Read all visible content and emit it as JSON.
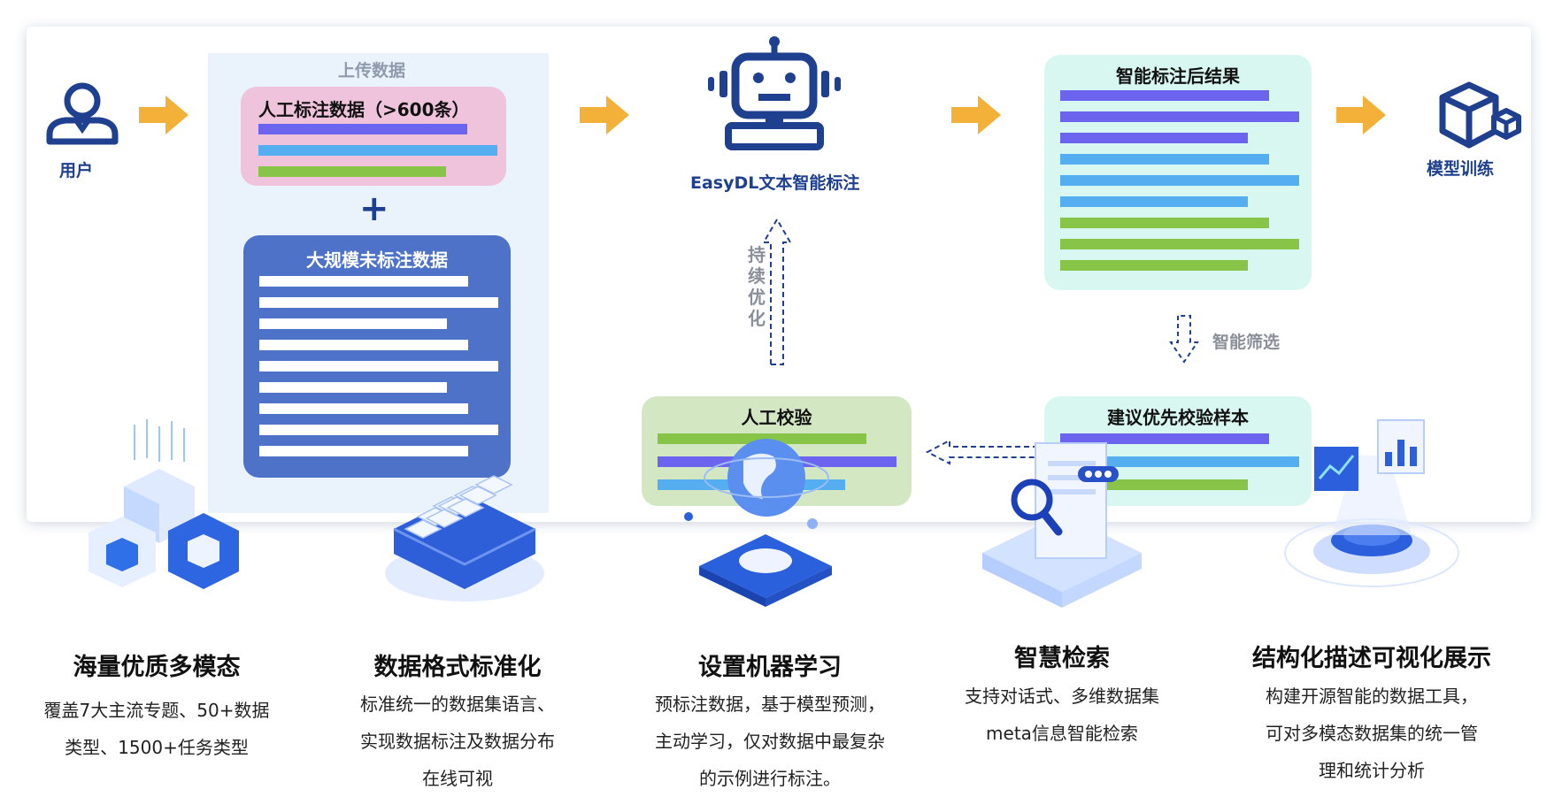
{
  "user_label": "用户",
  "upload": {
    "title": "上传数据",
    "manual_card": "人工标注数据（>600条）",
    "plus": "+",
    "unlabeled_card": "大规模未标注数据"
  },
  "robot_label": "EasyDL文本智能标注",
  "optimize_label": "持续优化",
  "result_card": "智能标注后结果",
  "filter_label": "智能筛选",
  "suggest_card": "建议优先校验样本",
  "manual_check_card": "人工校验",
  "train_label": "模型训练",
  "features": [
    {
      "title": "海量优质多模态",
      "desc": [
        "覆盖7大主流专题、50+数据",
        "类型、1500+任务类型"
      ]
    },
    {
      "title": "数据格式标准化",
      "desc": [
        "标准统一的数据集语言、",
        "实现数据标注及数据分布",
        "在线可视"
      ]
    },
    {
      "title": "设置机器学习",
      "desc": [
        "预标注数据，基于模型预测，",
        "主动学习，仅对数据中最复杂",
        "的示例进行标注。"
      ]
    },
    {
      "title": "智慧检索",
      "desc": [
        "支持对话式、多维数据集",
        "meta信息智能检索"
      ]
    },
    {
      "title": "结构化描述可视化展示",
      "desc": [
        "构建开源智能的数据工具，",
        "可对多模态数据集的统一管",
        "理和统计分析"
      ]
    }
  ],
  "colors": {
    "navy": "#1f3f8f",
    "arrow_orange": "#f4b13a",
    "pink_card": "#efc3dc",
    "blue_card": "#4d72c8",
    "mint_card": "#d8f7f1",
    "green_card": "#d4e7c3"
  }
}
